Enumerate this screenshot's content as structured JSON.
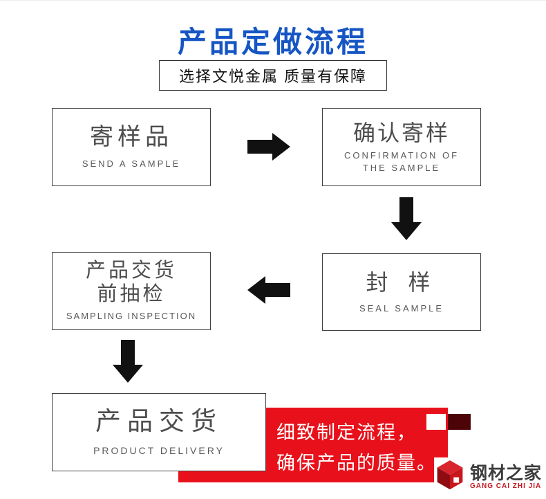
{
  "header": {
    "title": "产品定做流程",
    "subtitle": "选择文悦金属 质量有保障"
  },
  "steps": [
    {
      "cn": "寄样品",
      "en": "SEND A SAMPLE"
    },
    {
      "cn": "确认寄样",
      "en": "CONFIRMATION OF\nTHE SAMPLE"
    },
    {
      "cn": "封 样",
      "en": "SEAL SAMPLE"
    },
    {
      "cn": "产品交货\n前抽检",
      "en": "SAMPLING INSPECTION"
    },
    {
      "cn": "产品交货",
      "en": "PRODUCT DELIVERY"
    }
  ],
  "banner": {
    "line1": "细致制定流程，",
    "line2": "确保产品的质量。"
  },
  "logo": {
    "name": "钢材之家",
    "tagline": "GANG CAI ZHI JIA"
  },
  "colors": {
    "title_blue": "#1656c4",
    "banner_red": "#e8111b",
    "arrow_black": "#111111",
    "square_dark": "#4d0407",
    "logo_red": "#c8161d"
  }
}
